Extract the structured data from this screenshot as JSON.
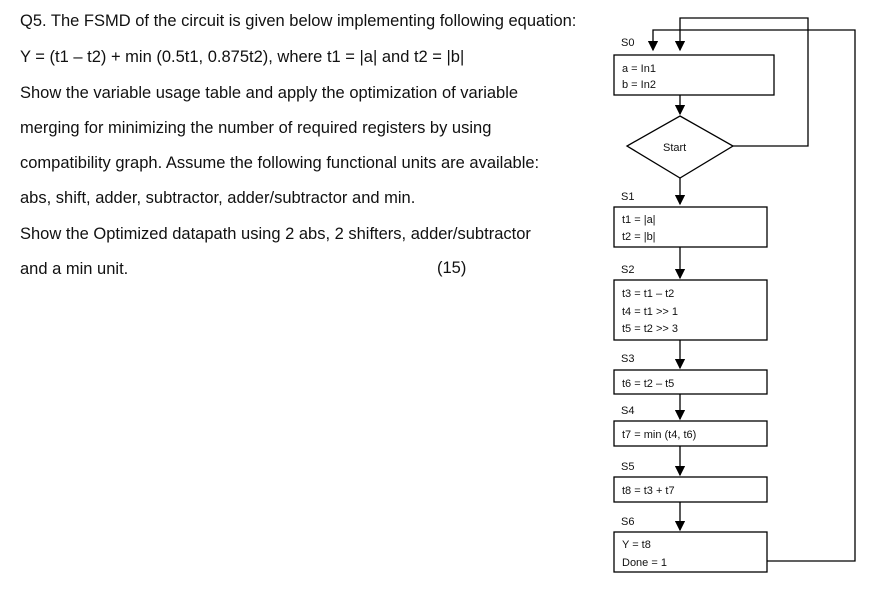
{
  "question": {
    "lines": [
      "Q5. The FSMD of the circuit is given below implementing following equation:",
      "Y = (t1 – t2) + min (0.5t1, 0.875t2), where t1 = |a| and t2 = |b|",
      "Show the variable usage table and apply the optimization of variable",
      "merging for minimizing the number of required registers by using",
      "compatibility graph. Assume the following functional units are available:",
      "abs, shift, adder, subtractor, adder/subtractor and min.",
      "Show the Optimized datapath using 2 abs, 2 shifters, adder/subtractor",
      "and a min unit."
    ],
    "marks": "(15)"
  },
  "fsmd": {
    "states": [
      {
        "name": "S0",
        "ops": [
          "a = In1",
          "b = In2"
        ]
      },
      {
        "name": "S1",
        "ops": [
          "t1 = |a|",
          "t2 = |b|"
        ]
      },
      {
        "name": "S2",
        "ops": [
          "t3 = t1 – t2",
          "t4 = t1 >> 1",
          "t5 = t2 >> 3"
        ]
      },
      {
        "name": "S3",
        "ops": [
          "t6 = t2 – t5"
        ]
      },
      {
        "name": "S4",
        "ops": [
          "t7 = min (t4, t6)"
        ]
      },
      {
        "name": "S5",
        "ops": [
          "t8 = t3 + t7"
        ]
      },
      {
        "name": "S6",
        "ops": [
          "Y = t8",
          "Done = 1"
        ]
      }
    ],
    "decision_label": "Start"
  }
}
